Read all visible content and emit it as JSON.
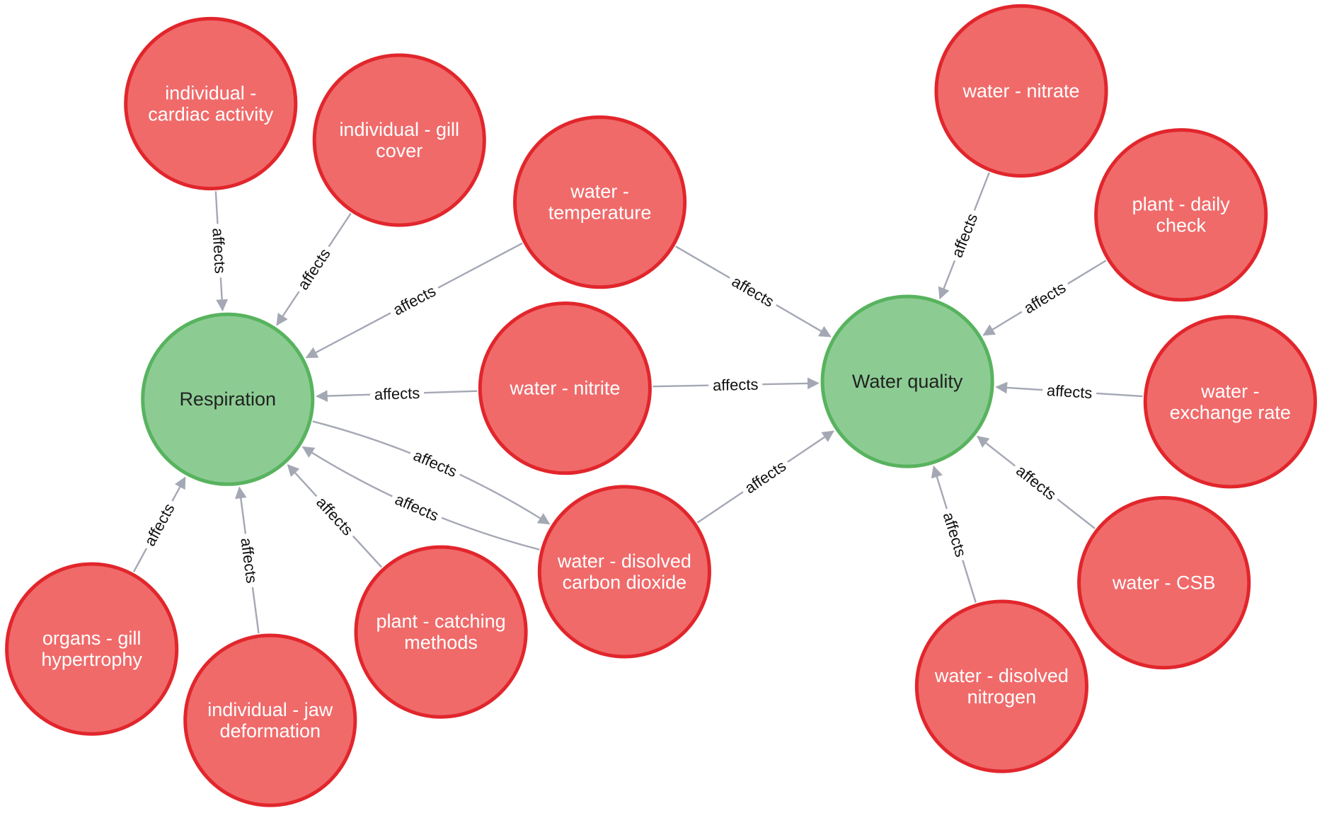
{
  "colors": {
    "cause_fill": "#F06A6A",
    "cause_stroke": "#E1262C",
    "target_fill": "#8CCC93",
    "target_stroke": "#58B35E",
    "edge": "#A4A8B4",
    "edge_label": "#111111"
  },
  "relation_label": "affects",
  "nodes": [
    {
      "id": "respiration",
      "kind": "target",
      "lines": [
        "Respiration"
      ]
    },
    {
      "id": "water_quality",
      "kind": "target",
      "lines": [
        "Water quality"
      ]
    },
    {
      "id": "cardiac",
      "kind": "cause",
      "lines": [
        "individual -",
        "cardiac activity"
      ]
    },
    {
      "id": "gill_cover",
      "kind": "cause",
      "lines": [
        "individual - gill",
        "cover"
      ]
    },
    {
      "id": "temperature",
      "kind": "cause",
      "lines": [
        "water -",
        "temperature"
      ]
    },
    {
      "id": "nitrite",
      "kind": "cause",
      "lines": [
        "water - nitrite"
      ]
    },
    {
      "id": "co2",
      "kind": "cause",
      "lines": [
        "water - disolved",
        "carbon dioxide"
      ]
    },
    {
      "id": "gill_hyper",
      "kind": "cause",
      "lines": [
        "organs - gill",
        "hypertrophy"
      ]
    },
    {
      "id": "jaw",
      "kind": "cause",
      "lines": [
        "individual - jaw",
        "deformation"
      ]
    },
    {
      "id": "catching",
      "kind": "cause",
      "lines": [
        "plant - catching",
        "methods"
      ]
    },
    {
      "id": "nitrate",
      "kind": "cause",
      "lines": [
        "water - nitrate"
      ]
    },
    {
      "id": "daily_check",
      "kind": "cause",
      "lines": [
        "plant - daily",
        "check"
      ]
    },
    {
      "id": "exchange",
      "kind": "cause",
      "lines": [
        "water -",
        "exchange rate"
      ]
    },
    {
      "id": "csb",
      "kind": "cause",
      "lines": [
        "water - CSB"
      ]
    },
    {
      "id": "nitrogen",
      "kind": "cause",
      "lines": [
        "water - disolved",
        "nitrogen"
      ]
    }
  ],
  "edges": [
    {
      "from": "cardiac",
      "to": "respiration",
      "label": "affects"
    },
    {
      "from": "gill_cover",
      "to": "respiration",
      "label": "affects"
    },
    {
      "from": "temperature",
      "to": "respiration",
      "label": "affects"
    },
    {
      "from": "nitrite",
      "to": "respiration",
      "label": "affects"
    },
    {
      "from": "co2",
      "to": "respiration",
      "label": "affects"
    },
    {
      "from": "respiration",
      "to": "co2",
      "label": "affects"
    },
    {
      "from": "gill_hyper",
      "to": "respiration",
      "label": "affects"
    },
    {
      "from": "jaw",
      "to": "respiration",
      "label": "affects"
    },
    {
      "from": "catching",
      "to": "respiration",
      "label": "affects"
    },
    {
      "from": "temperature",
      "to": "water_quality",
      "label": "affects"
    },
    {
      "from": "nitrite",
      "to": "water_quality",
      "label": "affects"
    },
    {
      "from": "co2",
      "to": "water_quality",
      "label": "affects"
    },
    {
      "from": "nitrate",
      "to": "water_quality",
      "label": "affects"
    },
    {
      "from": "daily_check",
      "to": "water_quality",
      "label": "affects"
    },
    {
      "from": "exchange",
      "to": "water_quality",
      "label": "affects"
    },
    {
      "from": "csb",
      "to": "water_quality",
      "label": "affects"
    },
    {
      "from": "nitrogen",
      "to": "water_quality",
      "label": "affects"
    }
  ]
}
